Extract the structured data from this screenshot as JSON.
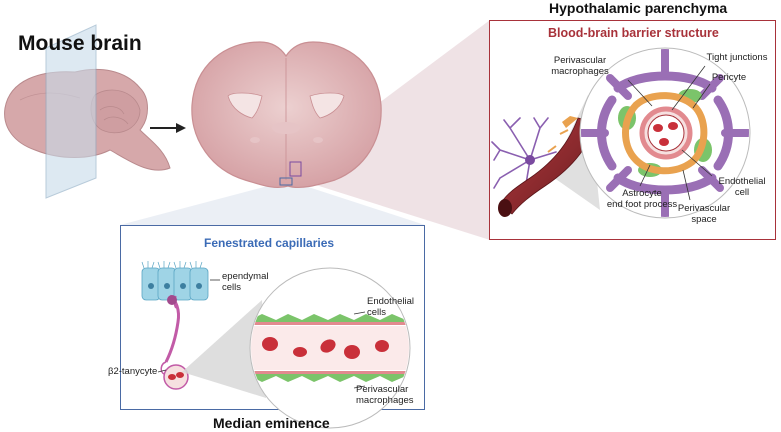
{
  "titles": {
    "mouse_brain": "Mouse brain",
    "hypothalamic": "Hypothalamic parenchyma",
    "median_eminence": "Median eminence"
  },
  "bbb": {
    "header": "Blood-brain barrier structure",
    "labels": {
      "perivascular_macrophages": [
        "Perivascular",
        "macrophages"
      ],
      "tight_junctions": "Tight junctions",
      "pericyte": "Pericyte",
      "endothelial_cell": [
        "Endothelial",
        "cell"
      ],
      "astrocyte": [
        "Astrocyte",
        "end foot process"
      ],
      "perivascular_space": [
        "Perivascular",
        "space"
      ]
    }
  },
  "fenestrated": {
    "header": "Fenestrated capillaries",
    "labels": {
      "ependymal": [
        "ependymal",
        "cells"
      ],
      "tanycyte": "β2-tanycyte",
      "endothelial_cells": [
        "Endothelial",
        "cells"
      ],
      "perivascular_macrophages": [
        "Perivascular",
        "macrophages"
      ]
    }
  },
  "colors": {
    "bbb_border": "#a8323a",
    "fen_border": "#4a6aa4",
    "brain_fill": "#dcaeb0",
    "astrocyte": "#9a6fb5",
    "red_cell": "#c9303a",
    "endothelial": "#7bc46a",
    "pericyte": "#e9a24f",
    "ependymal": "#9fd4e6",
    "tanycyte": "#c25ba7"
  }
}
